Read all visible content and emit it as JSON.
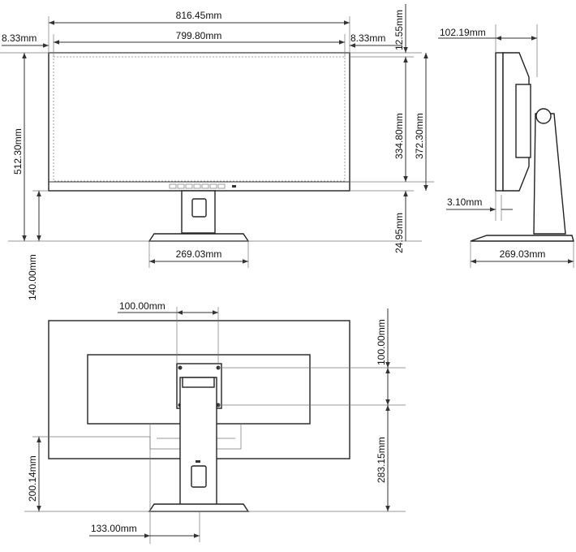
{
  "front_view": {
    "overall_width": "816.45mm",
    "panel_width": "799.80mm",
    "bezel_left": "8.33mm",
    "bezel_right": "8.33mm",
    "bezel_top": "12.55mm",
    "panel_height": "334.80mm",
    "display_height": "372.30mm",
    "total_height": "512.30mm",
    "bottom_gap": "24.95mm",
    "stand_lift": "140.00mm",
    "base_width": "269.03mm"
  },
  "side_view": {
    "depth": "102.19mm",
    "tilt_offset": "3.10mm",
    "base_depth": "269.03mm"
  },
  "back_view": {
    "vesa_width": "100.00mm",
    "vesa_height": "100.00mm",
    "vesa_center_height": "283.15mm",
    "stand_center_height": "200.14mm",
    "stand_offset": "133.00mm"
  }
}
